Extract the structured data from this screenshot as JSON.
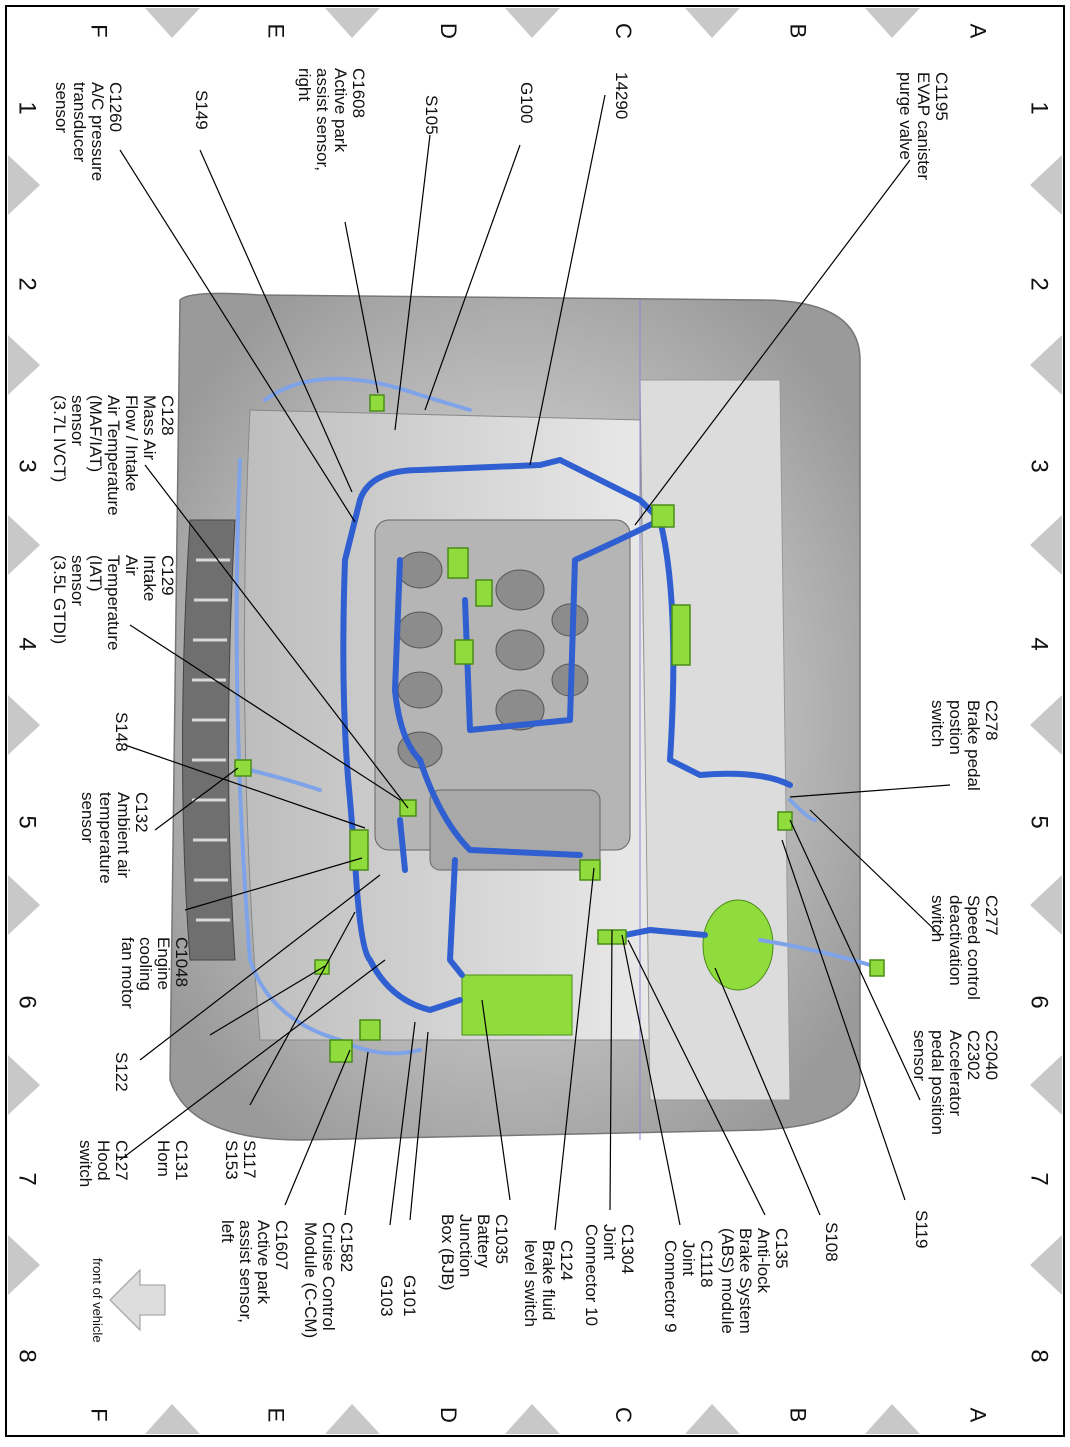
{
  "grid": {
    "rows": [
      "A",
      "B",
      "C",
      "D",
      "E",
      "F"
    ],
    "columns": [
      "1",
      "2",
      "3",
      "4",
      "5",
      "6",
      "7",
      "8"
    ]
  },
  "labels": {
    "c1195": "C1195\nEVAP canister\npurge valve",
    "c14290": "14290",
    "g100": "G100",
    "s105": "S105",
    "c1608": "C1608\nActive park\nassist sensor,\nright",
    "s149": "S149",
    "c1260": "C1260\nA/C pressure\ntransducer\nsensor",
    "c128": "C128\nMass Air\nFlow / Intake\nAir Temperature\n(MAF/IAT)\nsensor\n(3.7L IVCT)",
    "c129": "C129\nIntake\nAir\nTemperature\n(IAT)\nsensor\n(3.5L GTDI)",
    "s148": "S148",
    "c132": "C132\nAmbient air\ntemperature\nsensor",
    "c1048": "C1048\nEngine\ncooling\nfan motor",
    "s122": "S122",
    "c131": "C131\nHorn",
    "s117": "S117\nS153",
    "c127": "C127\nHood\nswitch",
    "c1607": "C1607\nActive park\nassist sensor,\nleft",
    "c1582": "C1582\nCruise Control\nModule (C-CM)",
    "g103": "G103",
    "g101": "G101",
    "c1035": "C1035\nBattery\nJunction\nBox (BJB)",
    "c124": "C124\nBrake fluid\nlevel switch",
    "c1304": "C1304\nJoint\nConnector 10",
    "c1118": "C1118\nJoint\nConnector 9",
    "c135": "C135\nAnti-lock\nBrake System\n(ABS) module",
    "s108": "S108",
    "s119": "S119",
    "c2040": "C2040\nC2302\nAccelerator\npedal position\nsensor",
    "c277": "C277\nSpeed control\ndeactivation\nswitch",
    "c278": "C278\nBrake pedal\npostion\nswitch"
  },
  "front_label": "front of vehicle",
  "colors": {
    "harness": "#2f5fd0",
    "harness_light": "#7fa3e8",
    "connector": "#8fdc3c",
    "body": "#c9c9c9",
    "grid_marker": "#c4c4c4"
  }
}
